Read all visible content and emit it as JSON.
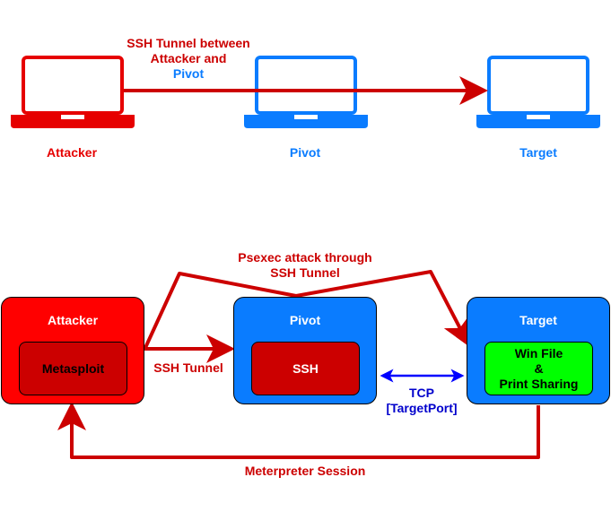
{
  "top_section": {
    "tunnel_label": {
      "line1": "SSH Tunnel between",
      "line2": "Attacker and",
      "line3": "Pivot"
    },
    "devices": [
      {
        "label": "Attacker",
        "icon": "laptop-icon",
        "color": "#e60000"
      },
      {
        "label": "Pivot",
        "icon": "laptop-icon",
        "color": "#0a7cff"
      },
      {
        "label": "Target",
        "icon": "laptop-icon",
        "color": "#0a7cff"
      }
    ]
  },
  "bottom_section": {
    "attacker": {
      "title": "Attacker",
      "inner": "Metasploit",
      "color": "#ff0000",
      "inner_color": "#cc0000"
    },
    "pivot": {
      "title": "Pivot",
      "inner": "SSH",
      "color": "#0a7cff",
      "inner_color": "#cc0000"
    },
    "target": {
      "title": "Target",
      "inner_lines": [
        "Win File",
        "&",
        "Print Sharing"
      ],
      "color": "#0a7cff",
      "inner_color": "#00ff00"
    },
    "psexec_label": {
      "line1": "Psexec attack through",
      "line2": "SSH Tunnel"
    },
    "ssh_tunnel_label": "SSH Tunnel",
    "tcp_label": {
      "line1": "TCP",
      "line2": "[TargetPort]"
    },
    "meterpreter_label": "Meterpreter Session"
  },
  "colors": {
    "red_text": "#cc0000",
    "red_arrow": "#cc0000",
    "blue_text": "#0a7cff",
    "blue_arrow": "#0000ff",
    "tcp_text": "#0000cc"
  }
}
